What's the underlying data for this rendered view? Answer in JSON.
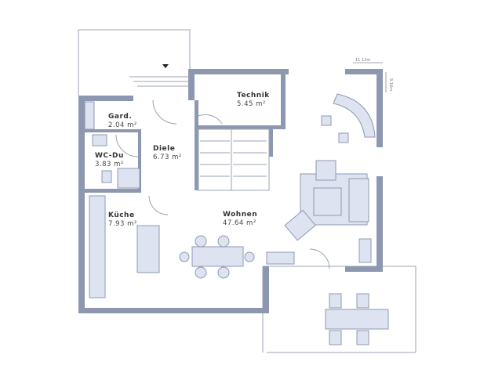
{
  "plan": {
    "dimensions": {
      "width": "11.12m",
      "depth": "9.16m"
    },
    "rooms": [
      {
        "name": "Technik",
        "area": "5.45 m²"
      },
      {
        "name": "Gard.",
        "area": "2.04 m²"
      },
      {
        "name": "Diele",
        "area": "6.73 m²"
      },
      {
        "name": "WC-Du",
        "area": "3.83 m²"
      },
      {
        "name": "Küche",
        "area": "7.93 m²"
      },
      {
        "name": "Wohnen",
        "area": "47.64 m²"
      }
    ],
    "colors": {
      "wall": "#8d98b0",
      "furniture": "#dde3f0"
    }
  }
}
